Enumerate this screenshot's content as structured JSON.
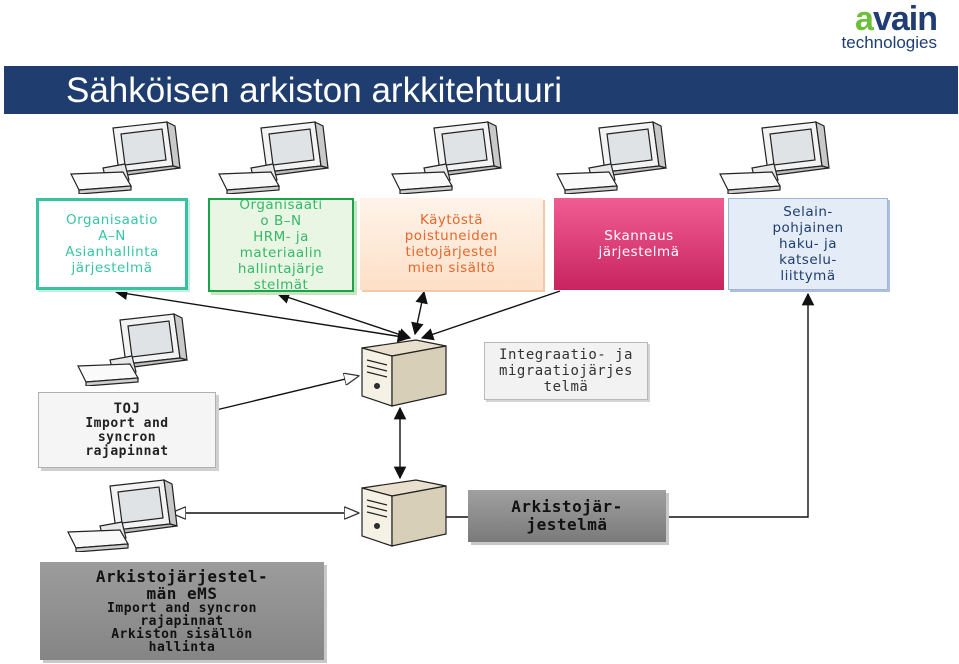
{
  "logo": {
    "brand_a": "a",
    "brand_rest": "vain",
    "sub": "technologies"
  },
  "title": "Sähköisen arkiston arkkitehtuuri",
  "boxes": {
    "org_an": "Organisaatio\nA–N\nAsianhallinta\njärjestelmä",
    "org_bn": "Organisaati\no B–N\nHRM- ja\nmateriaalin\nhallintajärje\nstelmät",
    "kaytosta": "Käytöstä\npoistuneiden\ntietojärjestel\nmien sisältö",
    "skannaus": "Skannaus\njärjestelmä",
    "selain": "Selain-\npohjainen\nhaku- ja\nkatselu-\nliittymä",
    "toj_title": "TOJ",
    "toj_body": "Import and\nsyncron\nrajapinnat",
    "integraatio": "Integraatio- ja\nmigraatiojärjes\ntelmä",
    "arkisto": "Arkistojär-\njestelmä",
    "ems_title": "Arkistojärjestel-\nmän eMS",
    "ems_body": "Import and syncron\nrajapinnat\nArkiston sisällön\nhallinta"
  },
  "colors": {
    "banner": "#1f3d6e",
    "teal": "#37c3a2",
    "green": "#1aa34a",
    "orange": "#e6662b",
    "pink": "#d8306e",
    "blue_light": "#e4ecf7",
    "gray_dark": "#858585"
  },
  "icons": [
    "computer-icon",
    "server-icon"
  ]
}
